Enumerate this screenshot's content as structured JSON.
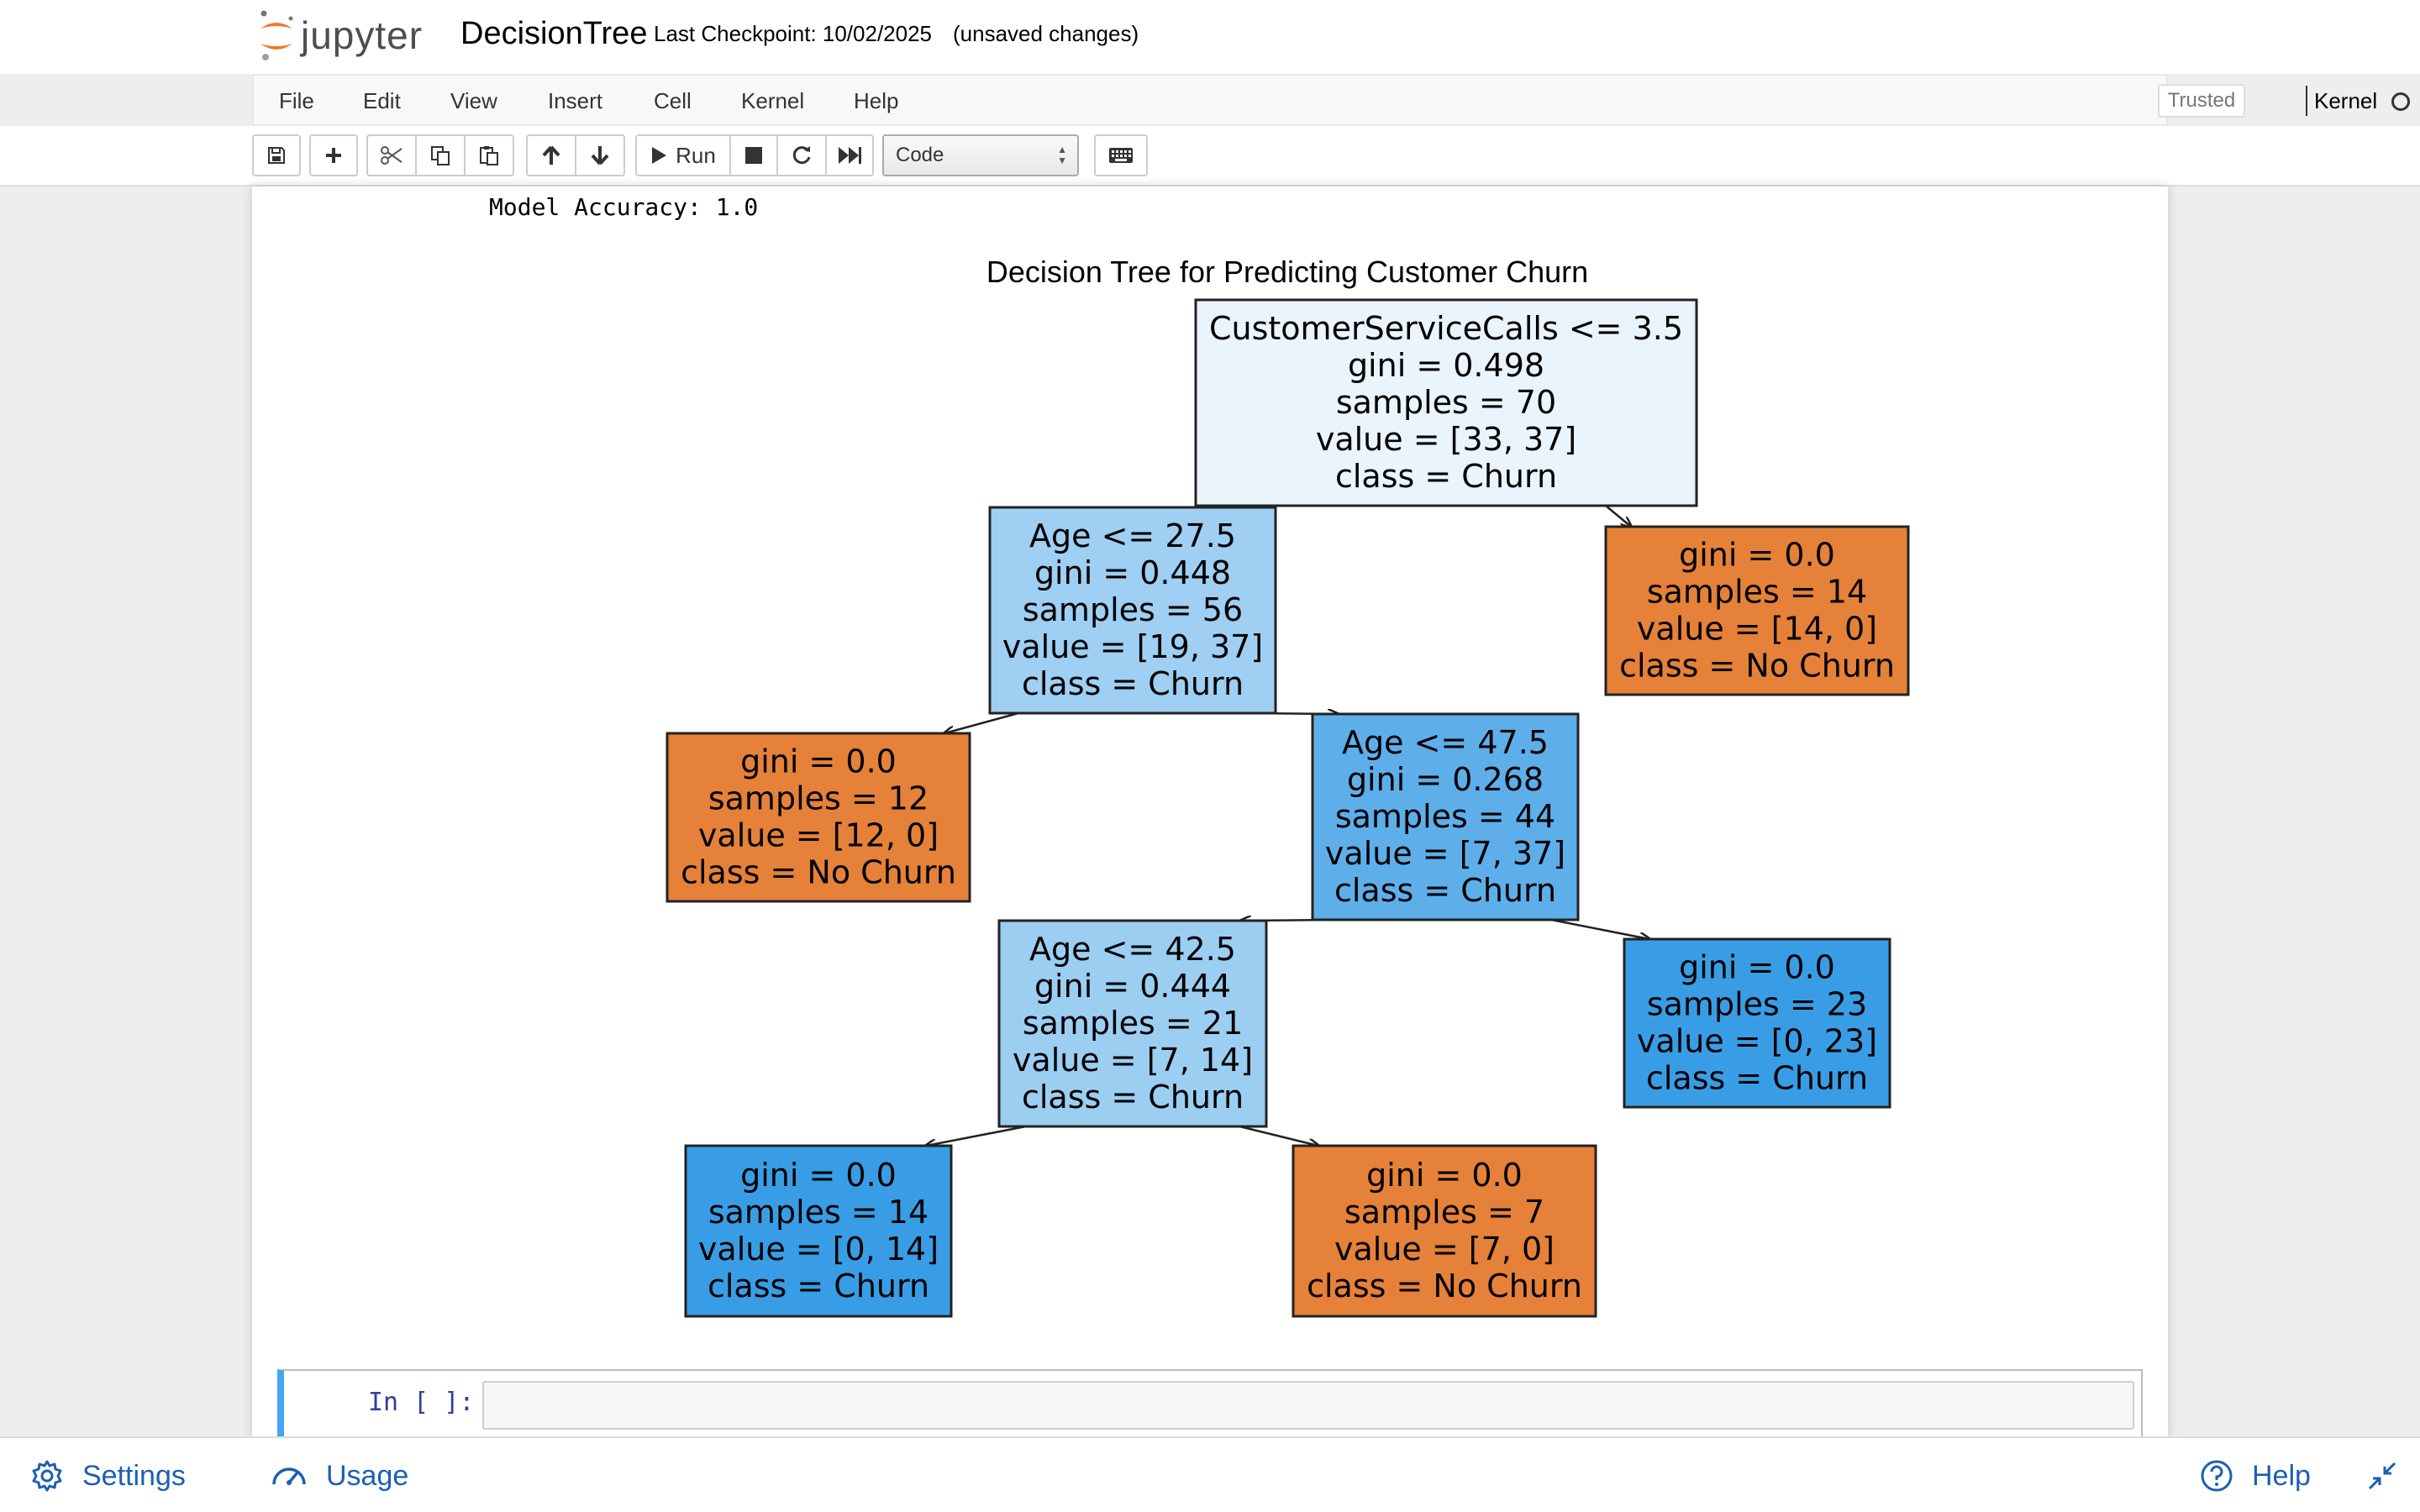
{
  "header": {
    "logo_text": "jupyter",
    "notebook_name": "DecisionTree",
    "checkpoint": "Last Checkpoint: 10/02/2025",
    "autosave_status": "(unsaved changes)"
  },
  "menubar": {
    "items": [
      "File",
      "Edit",
      "View",
      "Insert",
      "Cell",
      "Kernel",
      "Help"
    ],
    "trusted_label": "Trusted",
    "kernel_name": "Kernel"
  },
  "toolbar": {
    "run_label": "Run",
    "cell_type": "Code",
    "icons": [
      "save-icon",
      "plus-icon",
      "cut-icon",
      "copy-icon",
      "paste-icon",
      "arrow-up-icon",
      "arrow-down-icon",
      "play-icon",
      "stop-icon",
      "restart-icon",
      "fast-forward-icon",
      "keyboard-icon"
    ]
  },
  "output": {
    "text": "Model Accuracy: 1.0"
  },
  "chart_data": {
    "type": "tree",
    "title": "Decision Tree for Predicting Customer Churn",
    "class_colors": {
      "Churn": "#399de5",
      "No Churn": "#e58139"
    },
    "nodes": [
      {
        "id": 0,
        "lines": [
          "CustomerServiceCalls <= 3.5",
          "gini = 0.498",
          "samples = 70",
          "value = [33, 37]",
          "class = Churn"
        ],
        "fill": "#eaf4fc"
      },
      {
        "id": 1,
        "parent": 0,
        "lines": [
          "Age <= 27.5",
          "gini = 0.448",
          "samples = 56",
          "value = [19, 37]",
          "class = Churn"
        ],
        "fill": "#9fcff2"
      },
      {
        "id": 2,
        "parent": 0,
        "lines": [
          "gini = 0.0",
          "samples = 14",
          "value = [14, 0]",
          "class = No Churn"
        ],
        "fill": "#e58139"
      },
      {
        "id": 3,
        "parent": 1,
        "lines": [
          "gini = 0.0",
          "samples = 12",
          "value = [12, 0]",
          "class = No Churn"
        ],
        "fill": "#e58139"
      },
      {
        "id": 4,
        "parent": 1,
        "lines": [
          "Age <= 47.5",
          "gini = 0.268",
          "samples = 44",
          "value = [7, 37]",
          "class = Churn"
        ],
        "fill": "#5eaeea"
      },
      {
        "id": 5,
        "parent": 4,
        "lines": [
          "Age <= 42.5",
          "gini = 0.444",
          "samples = 21",
          "value = [7, 14]",
          "class = Churn"
        ],
        "fill": "#9ccef2"
      },
      {
        "id": 6,
        "parent": 4,
        "lines": [
          "gini = 0.0",
          "samples = 23",
          "value = [0, 23]",
          "class = Churn"
        ],
        "fill": "#399de5"
      },
      {
        "id": 7,
        "parent": 5,
        "lines": [
          "gini = 0.0",
          "samples = 14",
          "value = [0, 14]",
          "class = Churn"
        ],
        "fill": "#399de5"
      },
      {
        "id": 8,
        "parent": 5,
        "lines": [
          "gini = 0.0",
          "samples = 7",
          "value = [7, 0]",
          "class = No Churn"
        ],
        "fill": "#e58139"
      }
    ]
  },
  "input_cell": {
    "prompt": "In [ ]:",
    "code": ""
  },
  "statusbar": {
    "settings_label": "Settings",
    "usage_label": "Usage",
    "help_label": "Help"
  }
}
